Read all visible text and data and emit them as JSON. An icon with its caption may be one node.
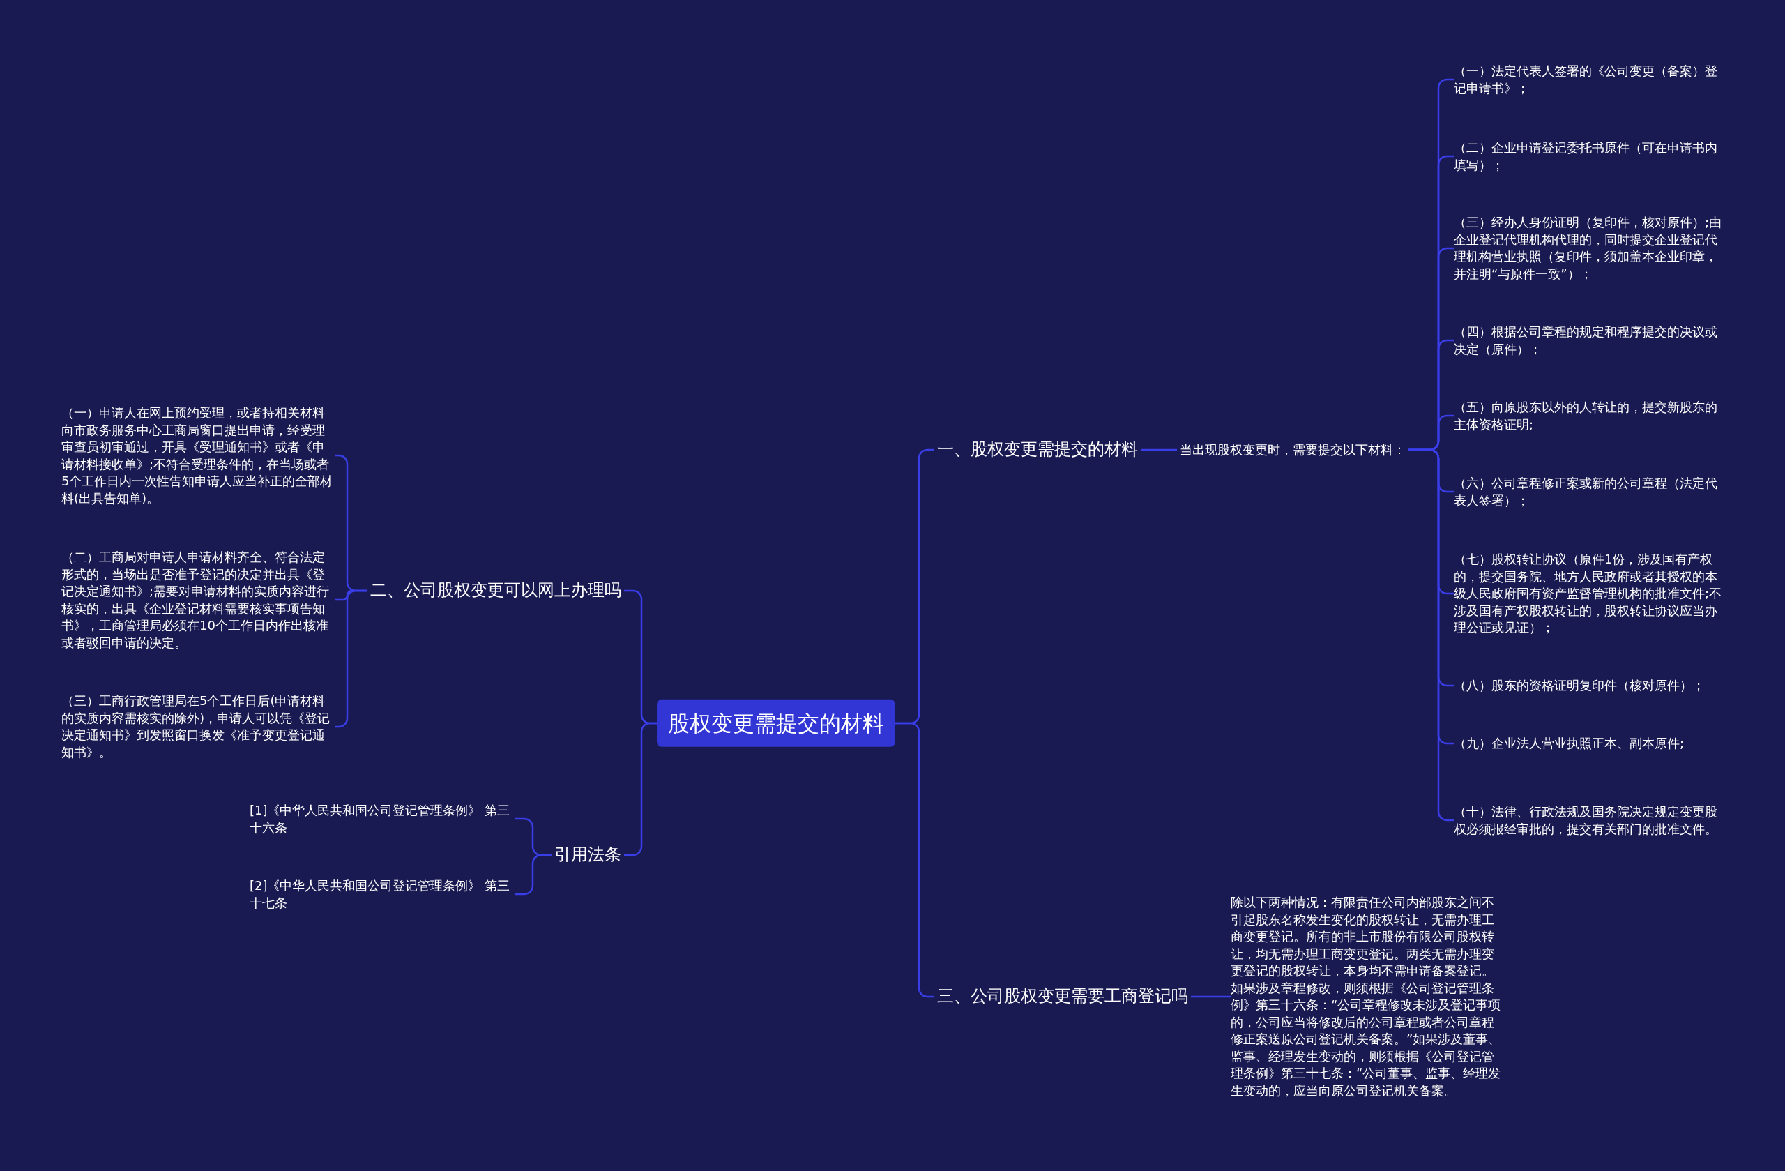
{
  "diagram": {
    "nodes": [
      {
        "text": [
          "股权变更需提交的材料"
        ]
      },
      {
        "text": [
          "一、股权变更需提交的材料"
        ]
      },
      {
        "text": [
          "当出现股权变更时，需要提交以下材料："
        ]
      },
      {
        "text": [
          "（一）法定代表人签署的《公司变更（备案）登记申请书》；"
        ]
      },
      {
        "text": [
          "（二）企业申请登记委托书原件（可在申请书内填写）；"
        ]
      },
      {
        "text": [
          "（三）经办人身份证明（复印件，核对原件）;由企业登记代理机构代理的，同时提交企业登记代理机构营业执照（复印件，须加盖本企业印章，并注明“与原件一致”）；"
        ]
      },
      {
        "text": [
          "（四）根据公司章程的规定和程序提交的决议或决定（原件）；"
        ]
      },
      {
        "text": [
          "（五）向原股东以外的人转让的，提交新股东的主体资格证明;"
        ]
      },
      {
        "text": [
          "（六）公司章程修正案或新的公司章程（法定代表人签署）；"
        ]
      },
      {
        "text": [
          "（七）股权转让协议（原件1份，涉及国有产权的，提交国务院、地方人民政府或者其授权的本级人民政府国有资产监督管理机构的批准文件;不涉及国有产权股权转让的，股权转让协议应当办理公证或见证）；"
        ]
      },
      {
        "text": [
          "（八）股东的资格证明复印件（核对原件）；"
        ]
      },
      {
        "text": [
          "（九）企业法人营业执照正本、副本原件;"
        ]
      },
      {
        "text": [
          "（十）法律、行政法规及国务院决定规定变更股权必须报经审批的，提交有关部门的批准文件。"
        ]
      },
      {
        "text": [
          "三、公司股权变更需要工商登记吗"
        ]
      },
      {
        "text": [
          "除以下两种情况：有限责任公司内部股东之间不引起股东名称发生变化的股权转让，无需办理工商变更登记。所有的非上市股份有限公司股权转让，均无需办理工商变更登记。两类无需办理变更登记的股权转让，本身均不需申请备案登记。如果涉及章程修改，则须根据《公司登记管理条例》第三十六条：“公司章程修改未涉及登记事项的，公司应当将修改后的公司章程或者公司章程修正案送原公司登记机关备案。”如果涉及董事、监事、经理发生变动的，则须根据《公司登记管理条例》第三十七条：“公司董事、监事、经理发生变动的，应当向原公司登记机关备案。"
        ]
      },
      {
        "text": [
          "二、公司股权变更可以网上办理吗"
        ]
      },
      {
        "text": [
          "（一）申请人在网上预约受理，或者持相关材料向市政务服务中心工商局窗口提出申请，经受理审查员初审通过，开具《受理通知书》或者《申请材料接收单》;不符合受理条件的，在当场或者5个工作日内一次性告知申请人应当补正的全部材料(出具告知单)。"
        ]
      },
      {
        "text": [
          "（二）工商局对申请人申请材料齐全、符合法定形式的，当场出是否准予登记的决定并出具《登记决定通知书》;需要对申请材料的实质内容进行核实的，出具《企业登记材料需要核实事项告知书》，工商管理局必须在10个工作日内作出核准或者驳回申请的决定。"
        ]
      },
      {
        "text": [
          "（三）工商行政管理局在5个工作日后(申请材料的实质内容需核实的除外)，申请人可以凭《登记决定通知书》到发照窗口换发《准予变更登记通知书》。"
        ]
      },
      {
        "text": [
          "引用法条"
        ]
      },
      {
        "text": [
          "[1]《中华人民共和国公司登记管理条例》 第三十六条"
        ]
      },
      {
        "text": [
          "[2]《中华人民共和国公司登记管理条例》 第三十七条"
        ]
      }
    ],
    "edges": [
      {
        "from": 0,
        "to": 1,
        "arrow": "none"
      },
      {
        "from": 0,
        "to": 13,
        "arrow": "none"
      },
      {
        "from": 0,
        "to": 15,
        "arrow": "none"
      },
      {
        "from": 0,
        "to": 19,
        "arrow": "none"
      },
      {
        "from": 1,
        "to": 2,
        "arrow": "none"
      },
      {
        "from": 2,
        "to": 3,
        "arrow": "none"
      },
      {
        "from": 2,
        "to": 4,
        "arrow": "none"
      },
      {
        "from": 2,
        "to": 5,
        "arrow": "none"
      },
      {
        "from": 2,
        "to": 6,
        "arrow": "none"
      },
      {
        "from": 2,
        "to": 7,
        "arrow": "none"
      },
      {
        "from": 2,
        "to": 8,
        "arrow": "none"
      },
      {
        "from": 2,
        "to": 9,
        "arrow": "none"
      },
      {
        "from": 2,
        "to": 10,
        "arrow": "none"
      },
      {
        "from": 2,
        "to": 11,
        "arrow": "none"
      },
      {
        "from": 2,
        "to": 12,
        "arrow": "none"
      },
      {
        "from": 13,
        "to": 14,
        "arrow": "none"
      },
      {
        "from": 15,
        "to": 16,
        "arrow": "none"
      },
      {
        "from": 15,
        "to": 17,
        "arrow": "none"
      },
      {
        "from": 15,
        "to": 18,
        "arrow": "none"
      },
      {
        "from": 19,
        "to": 20,
        "arrow": "none"
      },
      {
        "from": 19,
        "to": 21,
        "arrow": "none"
      }
    ]
  }
}
